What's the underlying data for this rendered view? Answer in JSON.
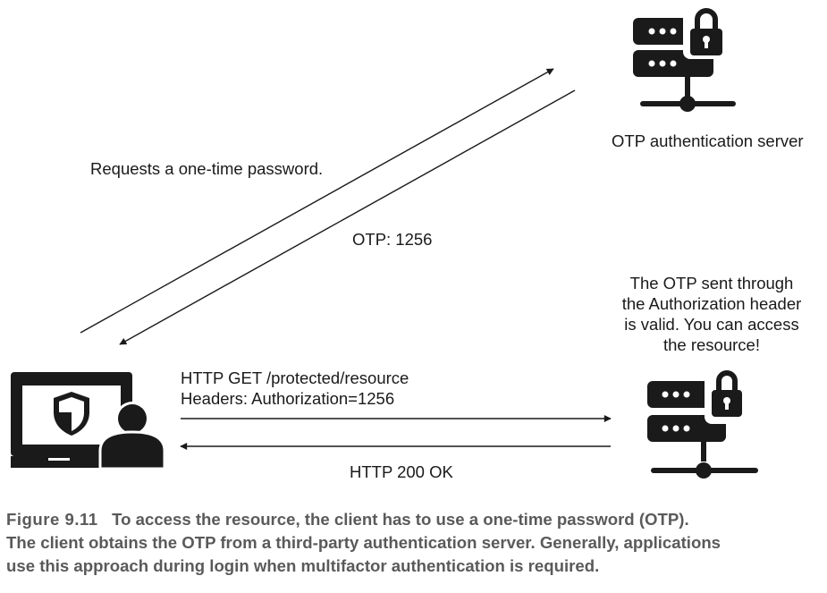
{
  "nodes": {
    "auth_server": {
      "label": "OTP authentication server",
      "icon": "server-lock-icon"
    },
    "resource_server": {
      "label_lines": [
        "The OTP sent through",
        "the Authorization header",
        "is valid. You can access",
        "the resource!"
      ],
      "icon": "server-lock-icon"
    },
    "client": {
      "icon": "laptop-user-shield-icon"
    }
  },
  "messages": {
    "request_otp": "Requests a one-time password.",
    "otp_reply": "OTP: 1256",
    "http_get_line1": "HTTP GET /protected/resource",
    "http_get_line2": "Headers: Authorization=1256",
    "http_ok": "HTTP 200 OK"
  },
  "caption": {
    "number": "Figure 9.11",
    "line1": "To access the resource, the client has to use a one-time password (OTP).",
    "line2": "The client obtains the OTP from a third-party authentication server. Generally, applications",
    "line3": "use this approach during login when multifactor authentication is required."
  },
  "colors": {
    "ink": "#1a1a1a",
    "caption": "#5a5a5a"
  }
}
